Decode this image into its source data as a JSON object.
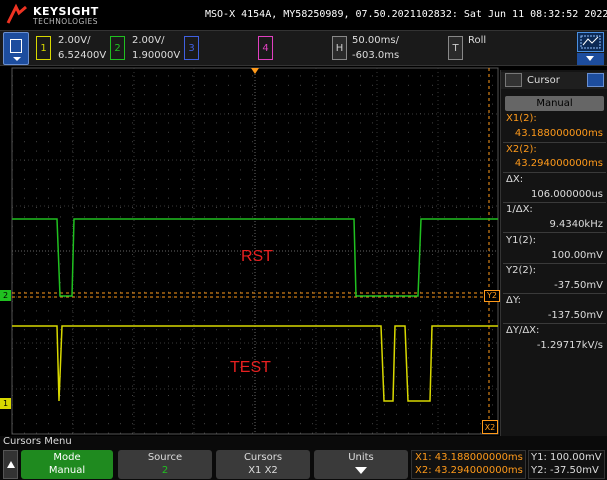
{
  "header": {
    "brand": "KEYSIGHT",
    "brand_sub": "TECHNOLOGIES",
    "model_line": "MSO-X 4154A, MY58250989, 07.50.2021102832: Sat Jun 11 08:32:52 2022"
  },
  "channels": [
    {
      "num": "1",
      "scale": "2.00V/",
      "offset": "6.52400V",
      "color": "#d8d800"
    },
    {
      "num": "2",
      "scale": "2.00V/",
      "offset": "1.90000V",
      "color": "#20c020"
    },
    {
      "num": "3",
      "color": "#4060e0"
    },
    {
      "num": "4",
      "color": "#e040c0"
    }
  ],
  "horizontal": {
    "label": "H",
    "scale": "50.00ms/",
    "delay": "-603.0ms"
  },
  "trigger": {
    "label": "T",
    "mode": "Roll"
  },
  "signals": {
    "rst": "RST",
    "test": "TEST"
  },
  "markers": {
    "ch2": "2",
    "ch1": "1",
    "y2": "Y2",
    "x2": "X2"
  },
  "cursor_panel": {
    "title": "Cursor",
    "mode": "Manual",
    "x1_label": "X1(2):",
    "x1_value": "43.188000000ms",
    "x2_label": "X2(2):",
    "x2_value": "43.294000000ms",
    "dx_label": "ΔX:",
    "dx_value": "106.000000us",
    "inv_dx_label": "1/ΔX:",
    "inv_dx_value": "9.4340kHz",
    "y1_label": "Y1(2):",
    "y1_value": "100.00mV",
    "y2_label": "Y2(2):",
    "y2_value": "-37.50mV",
    "dy_label": "ΔY:",
    "dy_value": "-137.50mV",
    "dydx_label": "ΔY/ΔX:",
    "dydx_value": "-1.29717kV/s"
  },
  "menu": {
    "title": "Cursors Menu",
    "mode_label": "Mode",
    "mode_value": "Manual",
    "source_label": "Source",
    "source_value": "2",
    "cursors_label": "Cursors",
    "cursors_value": "X1 X2",
    "units_label": "Units"
  },
  "readouts": {
    "x1": "X1: 43.188000000ms",
    "x2": "X2: 43.294000000ms",
    "y1": "Y1: 100.00mV",
    "y2": "Y2: -37.50mV"
  },
  "colors": {
    "ch1": "#d8d800",
    "ch2": "#20c020",
    "accent_orange": "#ff9a1a",
    "label_red": "#e82020"
  }
}
